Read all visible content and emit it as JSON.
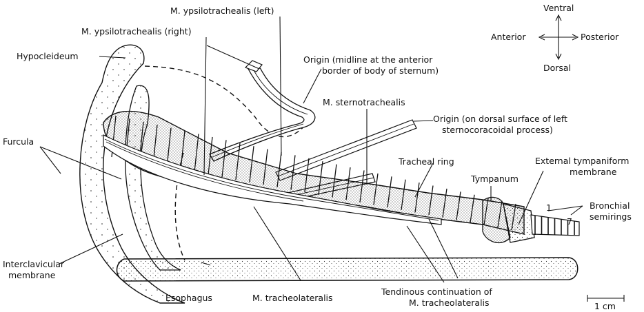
{
  "labels": {
    "ypsilo_left": "M. ypsilotrachealis (left)",
    "ypsilo_right": "M. ypsilotrachealis (right)",
    "hypocleideum": "Hypocleideum",
    "origin_mid_1": "Origin (midline at the anterior",
    "origin_mid_2": "border of body of sternum)",
    "sternotrachealis": "M. sternotrachealis",
    "origin_dorsal_1": "Origin (on dorsal surface of left",
    "origin_dorsal_2": "sternocoracoidal process)",
    "furcula": "Furcula",
    "tracheal_ring": "Tracheal ring",
    "tympanum": "Tympanum",
    "ext_tymp_1": "External tympaniform",
    "ext_tymp_2": "membrane",
    "bronchial_1": "Bronchial",
    "bronchial_2": "semirings",
    "num_1": "1",
    "num_7": "7",
    "interclavicular_1": "Interclavicular",
    "interclavicular_2": "membrane",
    "esophagus": "Esophagus",
    "tracheolateralis": "M. tracheolateralis",
    "tendinous_1": "Tendinous continuation of",
    "tendinous_2": "M. tracheolateralis",
    "scale": "1 cm"
  },
  "compass": {
    "ventral": "Ventral",
    "dorsal": "Dorsal",
    "anterior": "Anterior",
    "posterior": "Posterior"
  }
}
